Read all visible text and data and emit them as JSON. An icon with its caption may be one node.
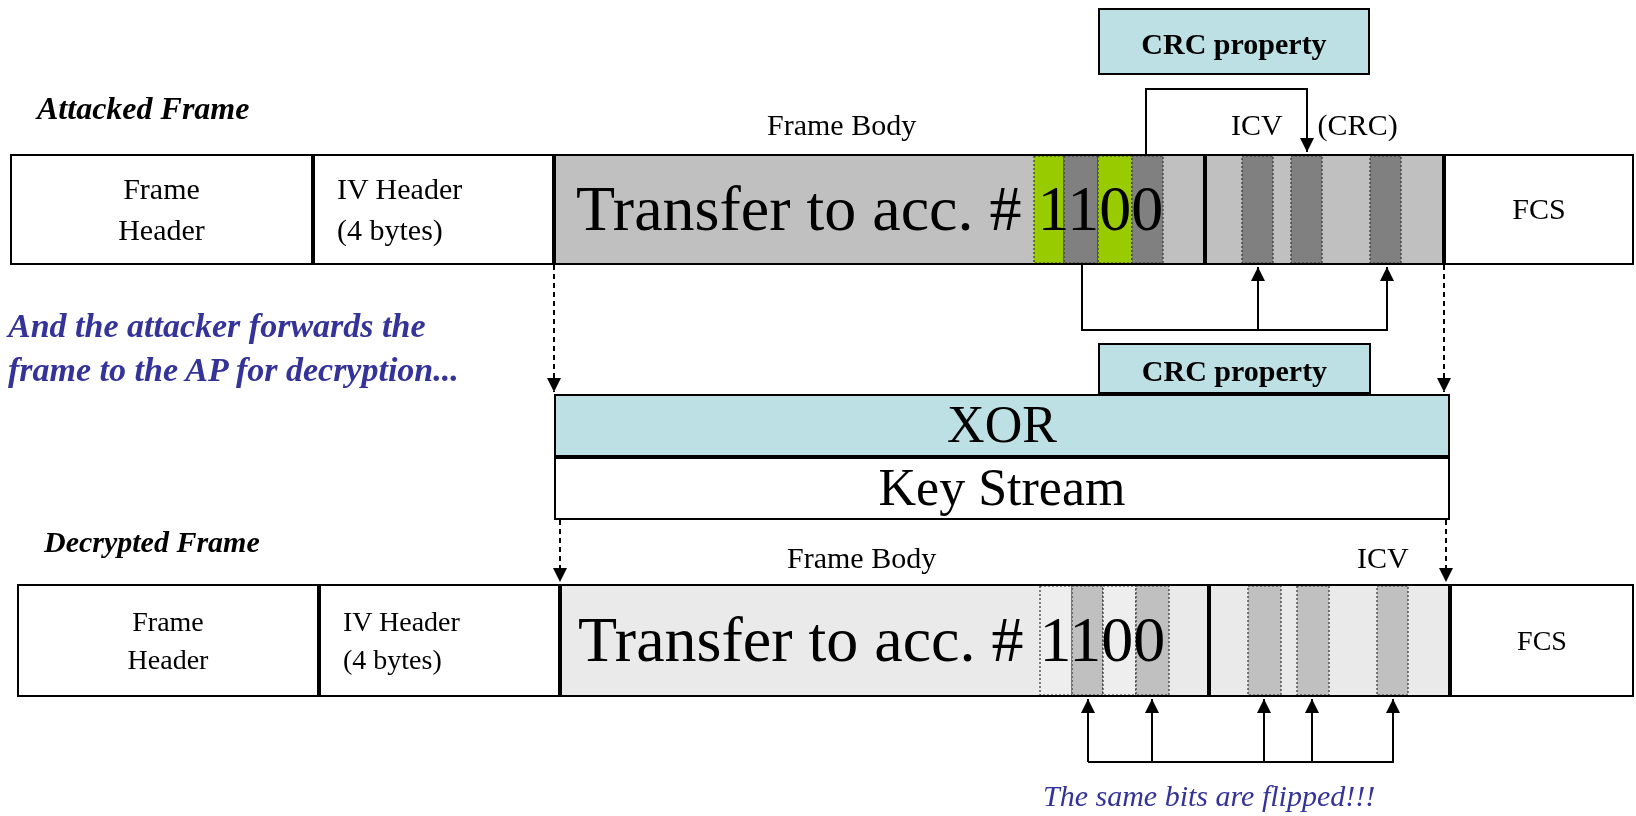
{
  "diagram": {
    "nodes": [
      {
        "text": [
          "Frame Header"
        ]
      },
      {
        "text": [
          "IV Header (4 bytes)"
        ]
      },
      {
        "text": [
          "Transfer to acc. # 1100"
        ],
        "beside": [
          "Frame Body"
        ]
      },
      {
        "text": [],
        "shape": "box",
        "beside": [
          "ICV (CRC)"
        ]
      },
      {
        "text": [
          "FCS"
        ]
      },
      {
        "text": [
          "CRC property"
        ]
      },
      {
        "text": [
          "CRC property"
        ]
      },
      {
        "text": [
          "XOR"
        ]
      },
      {
        "text": [
          "Key Stream"
        ]
      },
      {
        "text": [
          "Frame Header"
        ]
      },
      {
        "text": [
          "IV Header (4 bytes)"
        ]
      },
      {
        "text": [
          "Transfer to acc. # 1100"
        ]
      },
      {
        "text": [],
        "shape": "box"
      },
      {
        "text": [
          "FCS"
        ]
      }
    ],
    "edges": [
      {
        "from": 2,
        "to": 3,
        "arrow": "to"
      },
      {
        "from": 2,
        "to": 3,
        "arrow": "to"
      },
      {
        "from": 2,
        "to": 3,
        "arrow": "to"
      },
      {
        "from": 2,
        "to": 7,
        "arrow": "to",
        "style": "dashed"
      },
      {
        "from": 3,
        "to": 7,
        "arrow": "to",
        "style": "dashed"
      },
      {
        "from": 8,
        "to": 11,
        "arrow": "to",
        "style": "dashed"
      },
      {
        "from": 8,
        "to": 12,
        "arrow": "to",
        "style": "dashed"
      },
      {
        "from": null,
        "to": 11,
        "arrow": "to"
      },
      {
        "from": null,
        "to": 11,
        "arrow": "to"
      },
      {
        "from": null,
        "to": 12,
        "arrow": "to"
      },
      {
        "from": null,
        "to": 12,
        "arrow": "to"
      },
      {
        "from": null,
        "to": 12,
        "arrow": "to"
      }
    ],
    "labels": [
      "Attacked Frame",
      "And the attacker forwards the frame to the AP for decryption...",
      "Decrypted Frame",
      "Frame Body",
      "ICV",
      "The same bits are flipped!!!"
    ]
  }
}
